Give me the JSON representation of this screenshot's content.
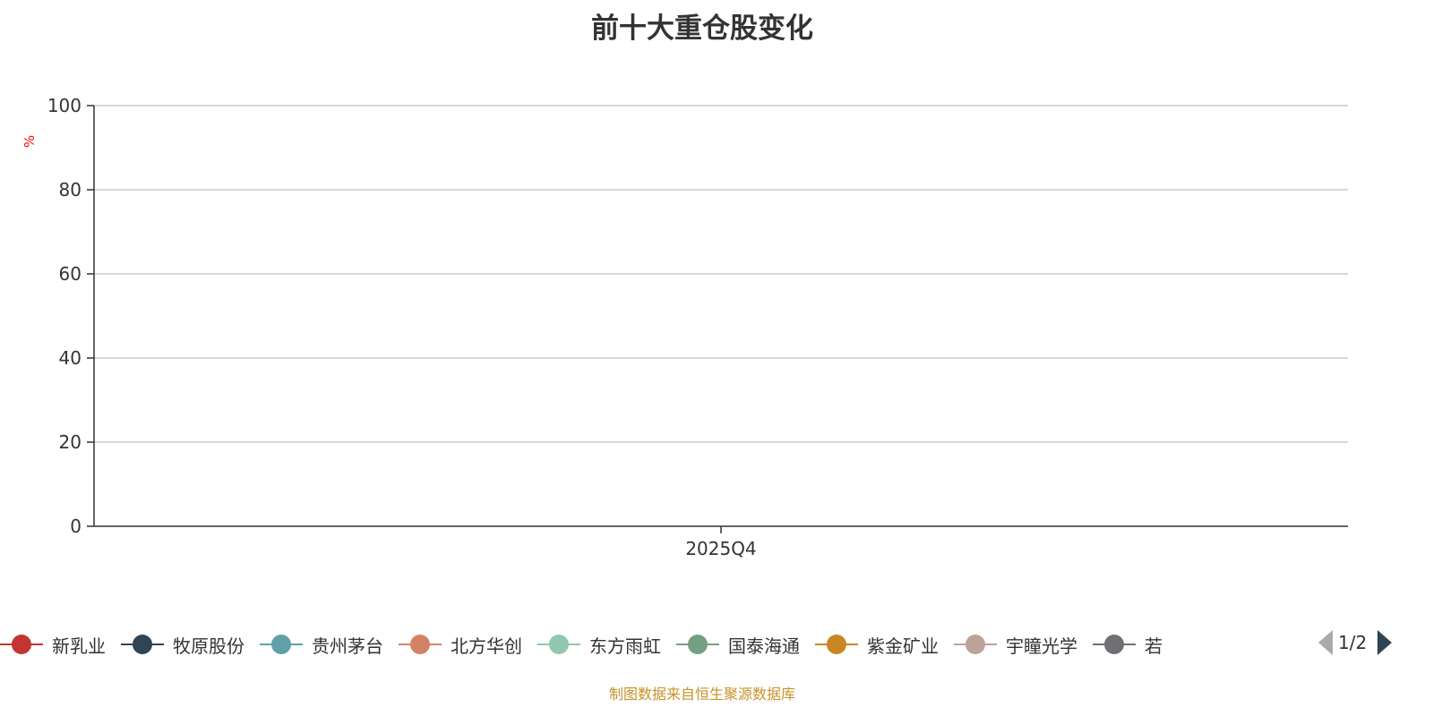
{
  "chart_data": {
    "type": "line",
    "title": "前十大重仓股变化",
    "ylabel": "%",
    "xlabel": "",
    "categories": [
      "2025Q4"
    ],
    "ylim": [
      0,
      100
    ],
    "yticks": [
      0,
      20,
      40,
      60,
      80,
      100
    ],
    "grid": true,
    "legend_position": "bottom",
    "series": [
      {
        "name": "新乳业",
        "color": "#c23531",
        "values": []
      },
      {
        "name": "牧原股份",
        "color": "#2f4554",
        "values": []
      },
      {
        "name": "贵州茅台",
        "color": "#61a0a8",
        "values": []
      },
      {
        "name": "北方华创",
        "color": "#d48265",
        "values": []
      },
      {
        "name": "东方雨虹",
        "color": "#91c7ae",
        "values": []
      },
      {
        "name": "国泰海通",
        "color": "#749f83",
        "values": []
      },
      {
        "name": "紫金矿业",
        "color": "#ca8622",
        "values": []
      },
      {
        "name": "宇瞳光学",
        "color": "#bda29a",
        "values": []
      },
      {
        "name": "若",
        "color": "#6e7074",
        "values": []
      }
    ]
  },
  "legend": {
    "page": "1/2"
  },
  "footer": "制图数据来自恒生聚源数据库"
}
